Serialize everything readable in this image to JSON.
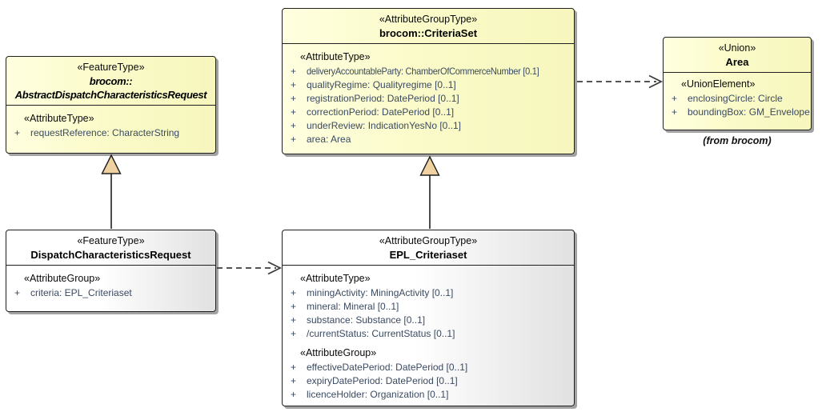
{
  "colors": {
    "background": "#ffffff",
    "box_fill_yellow": "#fbfbca",
    "box_fill_white_gradient_end": "#e1e1e1",
    "box_border": "#1f1f1f",
    "attribute_text": "#3a4a61",
    "stereotype_text": "#0a0a0a",
    "generalization_triangle_fill": "#f0d2a2",
    "connector": "#3c3c3c",
    "shadow": "#a3a3a3"
  },
  "boxes": {
    "criteriaset": {
      "stereotype": "«AttributeGroupType»",
      "name": "brocom::CriteriaSet",
      "attr_header": "«AttributeType»",
      "attrs": [
        {
          "vis": "+",
          "text": "deliveryAccountableParty: ChamberOfCommerceNumber [0.1]"
        },
        {
          "vis": "+",
          "text": "qualityRegime: Qualityregime [0..1]"
        },
        {
          "vis": "+",
          "text": "registrationPeriod: DatePeriod [0..1]"
        },
        {
          "vis": "+",
          "text": "correctionPeriod: DatePeriod [0..1]"
        },
        {
          "vis": "+",
          "text": "underReview: IndicationYesNo [0..1]"
        },
        {
          "vis": "+",
          "text": "area: Area"
        }
      ]
    },
    "area": {
      "stereotype": "«Union»",
      "name": "Area",
      "attr_header": "«UnionElement»",
      "attrs": [
        {
          "vis": "+",
          "text": "enclosingCircle: Circle"
        },
        {
          "vis": "+",
          "text": "boundingBox: GM_Envelope"
        }
      ],
      "note": "(from brocom)"
    },
    "abstract": {
      "stereotype": "«FeatureType»",
      "name_qualifier": "brocom::",
      "name": "AbstractDispatchCharacteristicsRequest",
      "attr_header": "«AttributeType»",
      "attrs": [
        {
          "vis": "+",
          "text": "requestReference: CharacterString"
        }
      ]
    },
    "dispatch": {
      "stereotype": "«FeatureType»",
      "name": "DispatchCharacteristicsRequest",
      "attr_header": "«AttributeGroup»",
      "attrs": [
        {
          "vis": "+",
          "text": "criteria: EPL_Criteriaset"
        }
      ]
    },
    "epl": {
      "stereotype": "«AttributeGroupType»",
      "name": "EPL_Criteriaset",
      "sections": [
        {
          "header": "«AttributeType»",
          "attrs": [
            {
              "vis": "+",
              "text": "miningActivity: MiningActivity [0..1]"
            },
            {
              "vis": "+",
              "text": "mineral: Mineral [0..1]"
            },
            {
              "vis": "+",
              "text": "substance: Substance [0..1]"
            },
            {
              "vis": "+",
              "text": "/currentStatus: CurrentStatus [0..1]"
            }
          ]
        },
        {
          "header": "«AttributeGroup»",
          "attrs": [
            {
              "vis": "+",
              "text": "effectiveDatePeriod: DatePeriod [0..1]"
            },
            {
              "vis": "+",
              "text": "expiryDatePeriod: DatePeriod [0..1]"
            },
            {
              "vis": "+",
              "text": "licenceHolder: Organization [0..1]"
            }
          ]
        }
      ]
    }
  }
}
